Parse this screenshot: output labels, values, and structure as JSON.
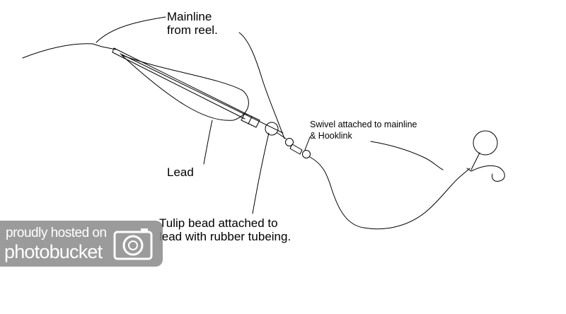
{
  "labels": {
    "mainline": [
      "Mainline",
      "from reel."
    ],
    "lead": "Lead",
    "tulip": [
      "Tulip bead attached to",
      "lead with rubber tubeing."
    ],
    "swivel": [
      "Swivel attached to mainline",
      "& Hooklink"
    ]
  },
  "watermark": {
    "line1": "proudly hosted on",
    "line2": "photobucket",
    "icon": "camera-icon"
  },
  "colors": {
    "ink": "#000000",
    "watermark_bg": "#8a8a8a",
    "watermark_text": "#ffffff"
  }
}
